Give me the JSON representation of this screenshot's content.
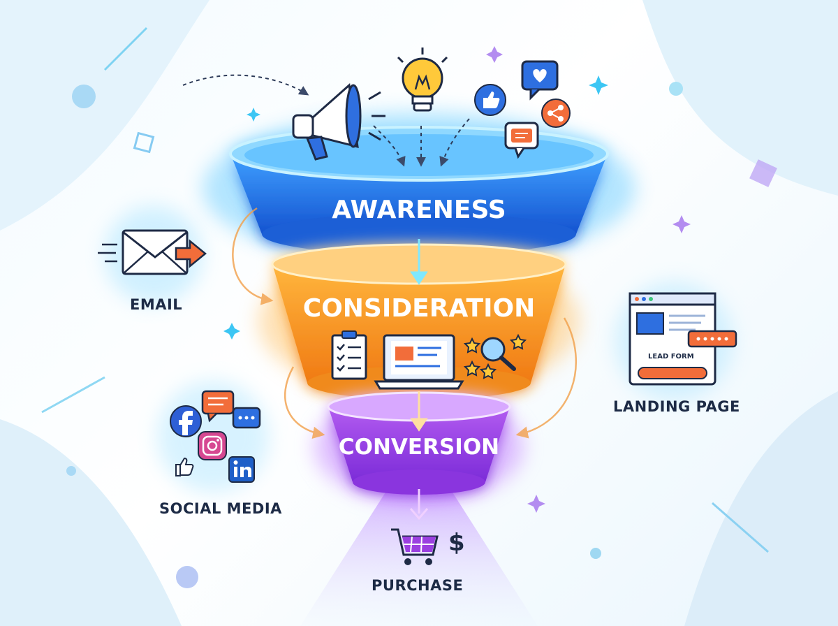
{
  "funnel": {
    "stages": [
      {
        "label": "AWARENESS",
        "color": "#1f6fe0"
      },
      {
        "label": "CONSIDERATION",
        "color": "#f29a1e"
      },
      {
        "label": "CONVERSION",
        "color": "#9b3fe0"
      }
    ],
    "outcome": "PURCHASE"
  },
  "channels": {
    "email": "EMAIL",
    "social": "SOCIAL MEDIA",
    "landing": "LANDING PAGE",
    "lead_form": "LEAD FORM"
  },
  "icons": [
    "megaphone-icon",
    "lightbulb-icon",
    "like-icon",
    "heart-chat-icon",
    "share-icon",
    "chat-icon",
    "envelope-icon",
    "checklist-icon",
    "laptop-icon",
    "magnifier-icon",
    "star-icon",
    "facebook-icon",
    "instagram-icon",
    "linkedin-icon",
    "cart-icon",
    "dollar-icon",
    "browser-icon"
  ],
  "currency_symbol": "$",
  "colors": {
    "awareness": "#1f6fe0",
    "consideration": "#f29a1e",
    "conversion": "#9b3fe0",
    "text": "#1c2a45",
    "glow": "#3fd0ff"
  }
}
